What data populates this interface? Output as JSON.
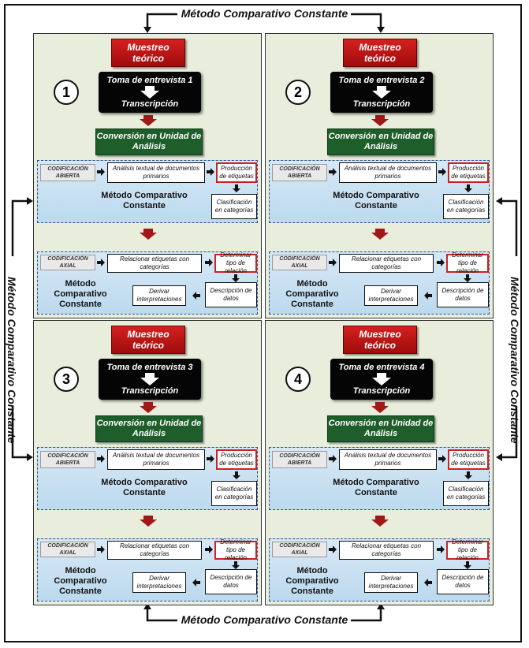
{
  "outer_labels": {
    "top": "Método Comparativo Constante",
    "bottom": "Método Comparativo Constante",
    "left": "Método Comparativo Constante",
    "right": "Método Comparativo Constante"
  },
  "quadrants": [
    {
      "number": "1",
      "muestreo": "Muestreo teórico",
      "entrevista": "Toma de entrevista 1",
      "transcripcion": "Transcripción",
      "conversion": "Conversión en Unidad de Análisis",
      "abierta": {
        "label": "CODIFICACIÓN ABIERTA",
        "analisis": "Análisis textual de documentos primarios",
        "produccion": "Producción de etiquetas",
        "clasificacion": "Clasificación en categorías",
        "metodo": "Método Comparativo Constante"
      },
      "axial": {
        "label": "CODIFICACIÓN AXIAL",
        "relacionar": "Relacionar etiquetas con categorías",
        "determinar": "Determinar tipo de relación",
        "descripcion": "Descripción de datos",
        "derivar": "Derivar interpretaciones",
        "metodo": "Método Comparativo Constante"
      }
    },
    {
      "number": "2",
      "muestreo": "Muestreo teórico",
      "entrevista": "Toma de entrevista 2",
      "transcripcion": "Transcripción",
      "conversion": "Conversión en Unidad de Análisis",
      "abierta": {
        "label": "CODIFICACIÓN ABIERTA",
        "analisis": "Análisis textual de documentos primarios",
        "produccion": "Producción de etiquetas",
        "clasificacion": "Clasificación en categorías",
        "metodo": "Método Comparativo Constante"
      },
      "axial": {
        "label": "CODIFICACIÓN AXIAL",
        "relacionar": "Relacionar etiquetas con categorías",
        "determinar": "Determinar tipo de relación",
        "descripcion": "Descripción de datos",
        "derivar": "Derivar interpretaciones",
        "metodo": "Método Comparativo Constante"
      }
    },
    {
      "number": "3",
      "muestreo": "Muestreo teórico",
      "entrevista": "Toma de entrevista 3",
      "transcripcion": "Transcripción",
      "conversion": "Conversión en Unidad de Análisis",
      "abierta": {
        "label": "CODIFICACIÓN ABIERTA",
        "analisis": "Análisis textual de documentos primarios",
        "produccion": "Producción de etiquetas",
        "clasificacion": "Clasificación en categorías",
        "metodo": "Método Comparativo Constante"
      },
      "axial": {
        "label": "CODIFICACIÓN AXIAL",
        "relacionar": "Relacionar etiquetas con categorías",
        "determinar": "Determinar tipo de relación",
        "descripcion": "Descripción de datos",
        "derivar": "Derivar interpretaciones",
        "metodo": "Método Comparativo Constante"
      }
    },
    {
      "number": "4",
      "muestreo": "Muestreo teórico",
      "entrevista": "Toma de entrevista 4",
      "transcripcion": "Transcripción",
      "conversion": "Conversión en Unidad de Análisis",
      "abierta": {
        "label": "CODIFICACIÓN ABIERTA",
        "analisis": "Análisis textual de documentos primarios",
        "produccion": "Producción de etiquetas",
        "clasificacion": "Clasificación en categorías",
        "metodo": "Método Comparativo Constante"
      },
      "axial": {
        "label": "CODIFICACIÓN AXIAL",
        "relacionar": "Relacionar etiquetas con categorías",
        "determinar": "Determinar tipo de relación",
        "descripcion": "Descripción de datos",
        "derivar": "Derivar interpretaciones",
        "metodo": "Método Comparativo Constante"
      }
    }
  ]
}
